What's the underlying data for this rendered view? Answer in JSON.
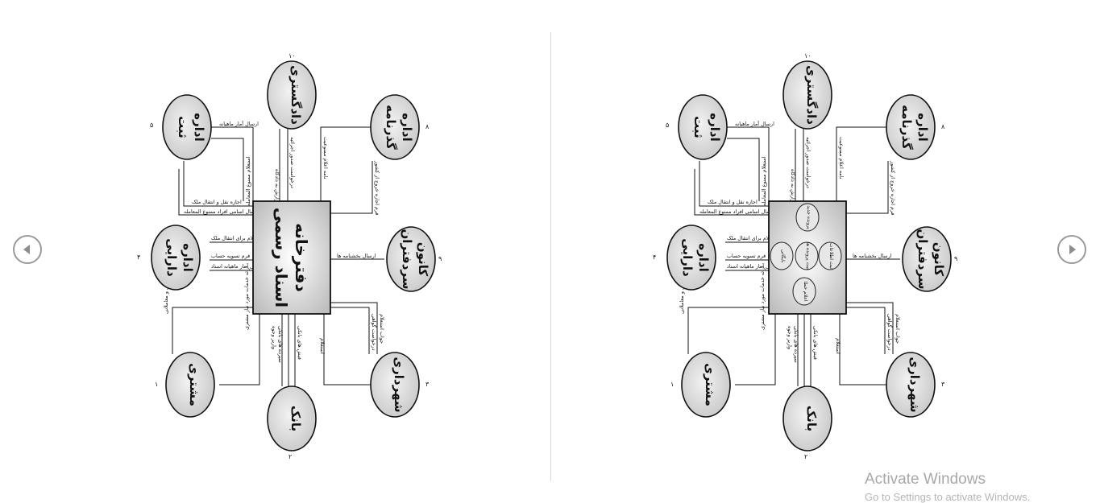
{
  "navigation": {
    "prev_icon": "chevron-left-icon",
    "next_icon": "chevron-right-icon"
  },
  "diagram": {
    "center_line1": "دفترخانه",
    "center_line2": "اسناد رسمی",
    "entities": {
      "court": "دادگستری",
      "passport_line1": "اداره",
      "passport_line2": "گذرنامه",
      "registry_line1": "اداره",
      "registry_line2": "ثبت",
      "finance_line1": "اداره",
      "finance_line2": "دارایی",
      "notaries_line1": "کانون",
      "notaries_line2": "سردفتران",
      "customer": "مشتری",
      "municipality": "شهرداری",
      "bank": "بانک"
    },
    "flows": {
      "registry_stats": "ارسال آمار ماهیانه",
      "registry_query": "استعلام ممنوع المعامله",
      "registry_transfer": "اجازه نقل و انتقال ملک",
      "banned_names": "ارسال اسامی افراد ممنوع المعامله",
      "court_report": "ارسال گزارش به دادگاه",
      "court_order": "درخواست صدور اجرائیه",
      "passport_notice": "نامه اعلام ممنوعیت",
      "passport_exit": "فرم اجازه خروج از کشور",
      "finance_query": "استعلام برای انتقال ملک",
      "finance_tax": "فرم تسویه حساب",
      "finance_stats": "ارسال آمار ماهیانه اسناد",
      "circulars": "ارسال بخشنامه ها",
      "customer_request": "درخواست های حقوقی و معاملاتی",
      "customer_services": "ارائه خدمات مورد نیاز مشتری",
      "municipality_query": "استعلام",
      "municipality_answer": "جواب استعلام",
      "municipality_certificate": "درخواست گواهی",
      "bank_receipt": "فیش های بانکی",
      "bank_deposits": "سپرده های بانکی",
      "bank_payments": "واریز وجوه"
    },
    "subprocesses": {
      "p1": "ثبت اطلاعات",
      "p2": "ثبت پرونده ها",
      "p3": "بایگانی",
      "p4": "اعلام خطا",
      "p5": "پرونده جدید"
    },
    "entity_numbers": {
      "court": "۱۰",
      "passport": "۸",
      "registry": "۵",
      "finance": "۴",
      "notaries": "۹",
      "customer": "۱",
      "municipality": "۳",
      "bank": "۲"
    }
  },
  "watermark": {
    "title": "Activate Windows",
    "subtitle": "Go to Settings to activate Windows."
  }
}
